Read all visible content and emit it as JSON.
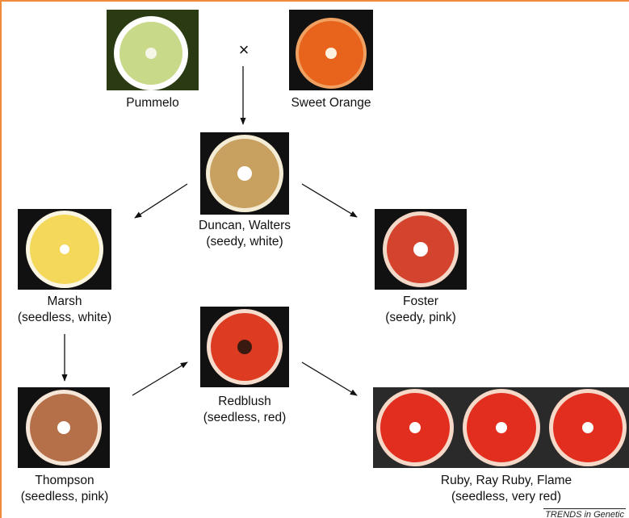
{
  "cross_symbol": "×",
  "fruits": {
    "pummelo": {
      "name": "Pummelo"
    },
    "sweet_orange": {
      "name": "Sweet Orange"
    },
    "duncan": {
      "name": "Duncan, Walters",
      "traits": "(seedy, white)"
    },
    "marsh": {
      "name": "Marsh",
      "traits": "(seedless, white)"
    },
    "foster": {
      "name": "Foster",
      "traits": "(seedy, pink)"
    },
    "redblush": {
      "name": "Redblush",
      "traits": "(seedless, red)"
    },
    "thompson": {
      "name": "Thompson",
      "traits": "(seedless, pink)"
    },
    "ruby": {
      "name": "Ruby, Ray Ruby, Flame",
      "traits": "(seedless, very red)"
    }
  },
  "colors": {
    "pummelo": "#c9d98a",
    "sweet_orange": "#e8641c",
    "duncan": "#c8a060",
    "marsh": "#f3d85a",
    "foster": "#d4432e",
    "redblush": "#dd3c22",
    "thompson": "#b5704a",
    "ruby": "#e22e1e",
    "frame_border": "#f08a3c"
  },
  "credit": "TRENDS in Genetic"
}
